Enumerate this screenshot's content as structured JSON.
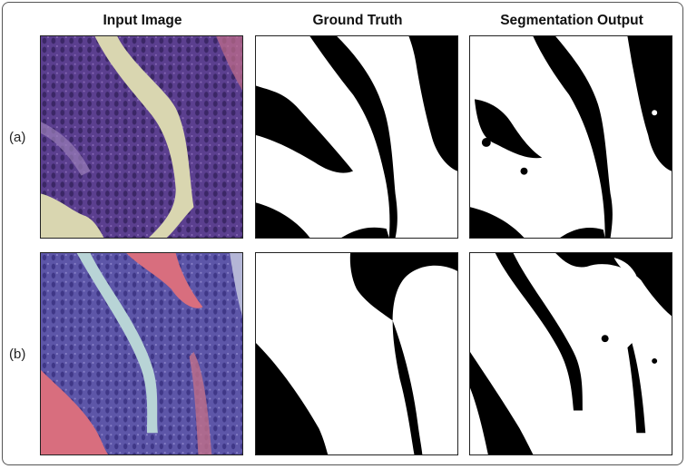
{
  "figure": {
    "column_headers": [
      "Input Image",
      "Ground Truth",
      "Segmentation Output"
    ],
    "row_labels": [
      "(a)",
      "(b)"
    ]
  },
  "colors": {
    "tissue_purple": "#5b3f8f",
    "tissue_dark": "#3b2766",
    "lumen_pale": "#d9d6b0",
    "stroma_pink": "#d76a7c",
    "mask_white": "#ffffff",
    "mask_black": "#000000"
  }
}
